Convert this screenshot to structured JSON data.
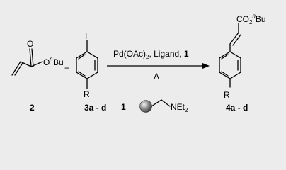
{
  "scheme": {
    "reactant_acrylate": {
      "carbonyl_oxygen": "O",
      "ester_oxygen": "O",
      "alkyl_prefix": "n",
      "alkyl": "Bu",
      "label": "2"
    },
    "plus_sign": "+",
    "reactant_aryl_iodide": {
      "iodine": "I",
      "substituent": "R",
      "label": "3a - d"
    },
    "arrow": {
      "conditions_above_prefix": "Pd(OAc)",
      "conditions_above_subscript": "2",
      "conditions_above_suffix": ", Ligand, ",
      "conditions_above_bold": "1",
      "conditions_below": "Δ"
    },
    "product": {
      "ester_group_prefix": "CO",
      "ester_group_subscript": "2",
      "ester_group_alkyl_prefix": "n",
      "ester_group_alkyl": "Bu",
      "substituent": "R",
      "label": "4a - d"
    },
    "ligand_definition": {
      "label": "1",
      "equals": "=",
      "amine_prefix": "NEt",
      "amine_subscript": "2"
    }
  }
}
